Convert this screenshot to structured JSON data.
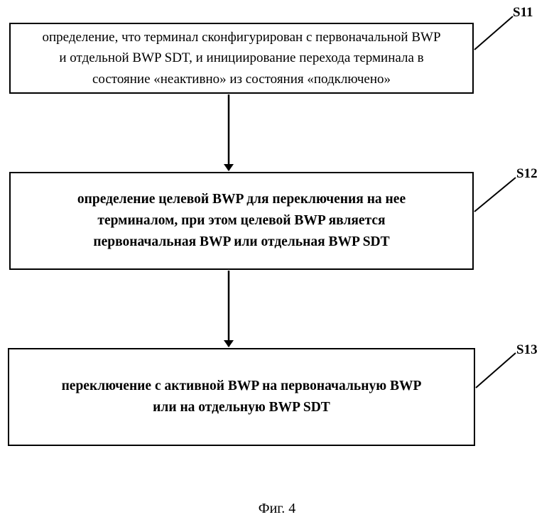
{
  "steps": [
    {
      "label": "S11",
      "lines": [
        "определение, что терминал сконфигурирован с первоначальной BWP",
        "и отдельной BWP SDT, и инициирование перехода терминала в",
        "состояние «неактивно» из состояния «подключено»"
      ]
    },
    {
      "label": "S12",
      "lines": [
        "определение целевой BWP для переключения на нее",
        "терминалом, при этом целевой BWP является",
        "первоначальная BWP или отдельная BWP SDT"
      ]
    },
    {
      "label": "S13",
      "lines": [
        "переключение с активной BWP на первоначальную BWP",
        "или на отдельную BWP SDT"
      ]
    }
  ],
  "caption": "Фиг. 4"
}
